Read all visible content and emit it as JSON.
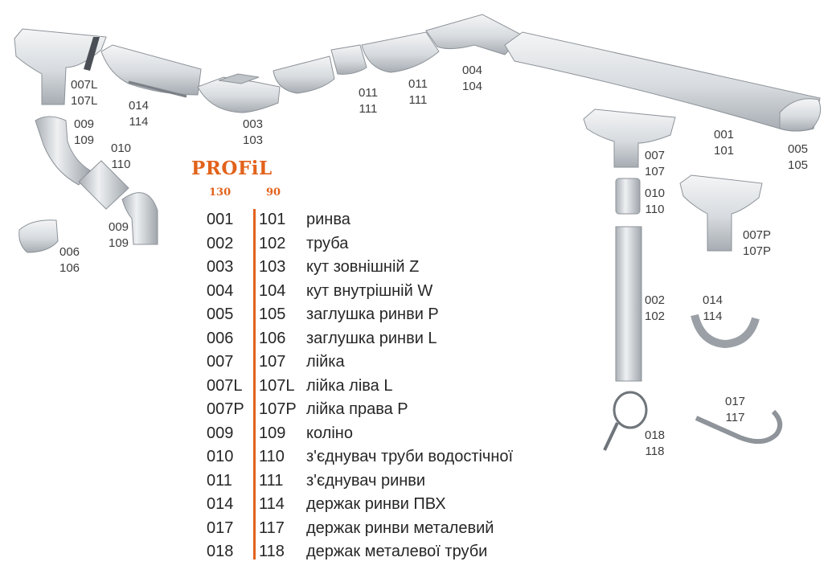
{
  "brand": "PROFiL",
  "columns": {
    "a": "130",
    "b": "90"
  },
  "legend": [
    {
      "code_a": "001",
      "code_b": "101",
      "name": "ринва"
    },
    {
      "code_a": "002",
      "code_b": "102",
      "name": "труба"
    },
    {
      "code_a": "003",
      "code_b": "103",
      "name": "кут зовнішній Z"
    },
    {
      "code_a": "004",
      "code_b": "104",
      "name": "кут внутрішній W"
    },
    {
      "code_a": "005",
      "code_b": "105",
      "name": "заглушка ринви P"
    },
    {
      "code_a": "006",
      "code_b": "106",
      "name": "заглушка ринви L"
    },
    {
      "code_a": "007",
      "code_b": "107",
      "name": "лійка"
    },
    {
      "code_a": "007L",
      "code_b": "107L",
      "name": "лійка ліва L"
    },
    {
      "code_a": "007P",
      "code_b": "107P",
      "name": "лійка права P"
    },
    {
      "code_a": "009",
      "code_b": "109",
      "name": "коліно"
    },
    {
      "code_a": "010",
      "code_b": "110",
      "name": "з'єднувач труби водостічної"
    },
    {
      "code_a": "011",
      "code_b": "111",
      "name": "з'єднувач ринви"
    },
    {
      "code_a": "014",
      "code_b": "114",
      "name": "держак ринви ПВХ"
    },
    {
      "code_a": "017",
      "code_b": "117",
      "name": "держак ринви металевий"
    },
    {
      "code_a": "018",
      "code_b": "118",
      "name": "держак металевої труби"
    }
  ],
  "part_labels": {
    "p007l": {
      "a": "007L",
      "b": "107L"
    },
    "p014a": {
      "a": "014",
      "b": "114"
    },
    "p003": {
      "a": "003",
      "b": "103"
    },
    "p011a": {
      "a": "011",
      "b": "111"
    },
    "p011b": {
      "a": "011",
      "b": "111"
    },
    "p004": {
      "a": "004",
      "b": "104"
    },
    "p001": {
      "a": "001",
      "b": "101"
    },
    "p005": {
      "a": "005",
      "b": "105"
    },
    "p009a": {
      "a": "009",
      "b": "109"
    },
    "p010a": {
      "a": "010",
      "b": "110"
    },
    "p009b": {
      "a": "009",
      "b": "109"
    },
    "p006": {
      "a": "006",
      "b": "106"
    },
    "p007": {
      "a": "007",
      "b": "107"
    },
    "p010b": {
      "a": "010",
      "b": "110"
    },
    "p007p": {
      "a": "007P",
      "b": "107P"
    },
    "p002": {
      "a": "002",
      "b": "102"
    },
    "p014b": {
      "a": "014",
      "b": "114"
    },
    "p018": {
      "a": "018",
      "b": "118"
    },
    "p017": {
      "a": "017",
      "b": "117"
    }
  },
  "colors": {
    "accent": "#e2621b",
    "part_fill": "#dcdfe3",
    "part_stroke": "#8d9399"
  }
}
